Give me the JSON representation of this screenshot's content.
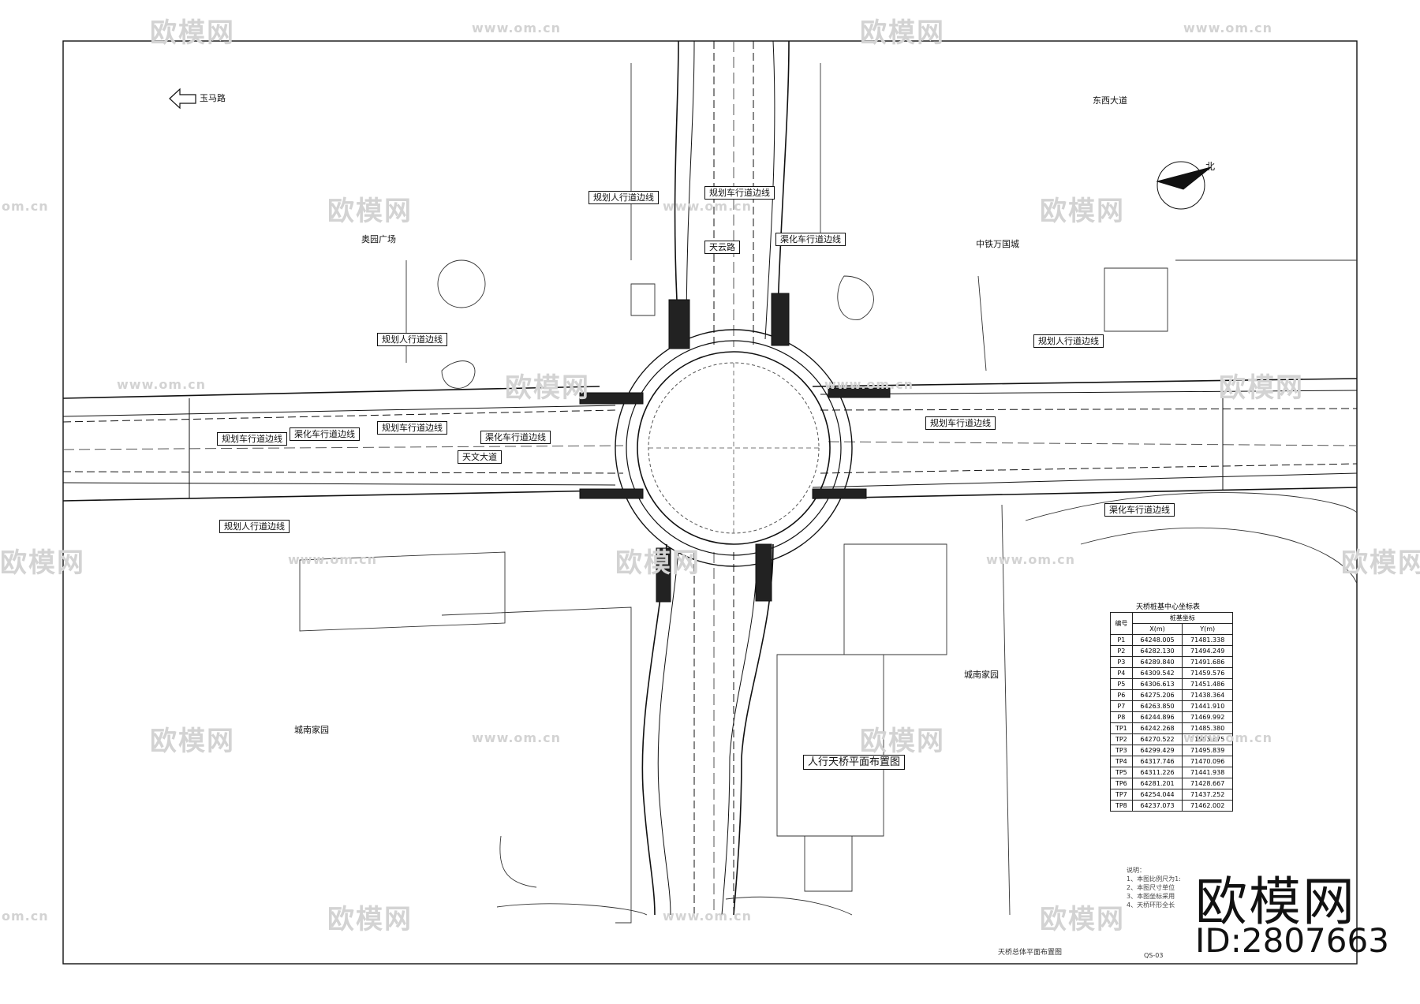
{
  "labels": {
    "yuma_road": "玉马路",
    "dongxi_avenue": "东西大道",
    "north": "北",
    "aoyuan_plaza": "奥园广场",
    "zhongtie_city": "中铁万国城",
    "tianwen_avenue": "天文大道",
    "tianyun_road": "天云路",
    "chengnan_east": "城南家园",
    "chengnan_west": "城南家园",
    "bridge_note": "人行天桥平面布置图",
    "planned_sidewalk_1": "规划人行道边线",
    "planned_sidewalk_2": "规划人行道边线",
    "planned_sidewalk_3": "规划人行道边线",
    "planned_sidewalk_4": "规划人行道边线",
    "planned_lane_1": "规划车行道边线",
    "planned_lane_2": "规划车行道边线",
    "planned_lane_3": "规划车行道边线",
    "planned_lane_4": "规划车行道边线",
    "channel_lane_1": "渠化车行道边线",
    "channel_lane_2": "渠化车行道边线",
    "channel_lane_3": "渠化车行道边线",
    "channel_lane_4": "渠化车行道边线"
  },
  "coord_table": {
    "caption": "天桥桩基中心坐标表",
    "col_point": "编号",
    "col_group": "桩基坐标",
    "col_x": "X(m)",
    "col_y": "Y(m)",
    "rows": [
      [
        "P1",
        "64248.005",
        "71481.338"
      ],
      [
        "P2",
        "64282.130",
        "71494.249"
      ],
      [
        "P3",
        "64289.840",
        "71491.686"
      ],
      [
        "P4",
        "64309.542",
        "71459.576"
      ],
      [
        "P5",
        "64306.613",
        "71451.486"
      ],
      [
        "P6",
        "64275.206",
        "71438.364"
      ],
      [
        "P7",
        "64263.850",
        "71441.910"
      ],
      [
        "P8",
        "64244.896",
        "71469.992"
      ],
      [
        "TP1",
        "64242.268",
        "71485.380"
      ],
      [
        "TP2",
        "64270.522",
        "71503.875"
      ],
      [
        "TP3",
        "64299.429",
        "71495.839"
      ],
      [
        "TP4",
        "64317.746",
        "71470.096"
      ],
      [
        "TP5",
        "64311.226",
        "71441.938"
      ],
      [
        "TP6",
        "64281.201",
        "71428.667"
      ],
      [
        "TP7",
        "64254.044",
        "71437.252"
      ],
      [
        "TP8",
        "64237.073",
        "71462.002"
      ]
    ]
  },
  "notes": {
    "title": "说明：",
    "n1": "1、本图比例尺为1:",
    "n2": "2、本图尺寸单位",
    "n3": "3、本图坐标采用",
    "n4": "4、天桥环形全长"
  },
  "drawing_title": "天桥总体平面布置图",
  "drawing_no": "QS-03",
  "watermark": {
    "brand": "欧模网",
    "url": "www.om.cn",
    "url_short": "om.cn",
    "id": "ID:2807663"
  },
  "colors": {
    "line": "#111111",
    "watermark": "#d3d3d3",
    "background": "#ffffff"
  }
}
